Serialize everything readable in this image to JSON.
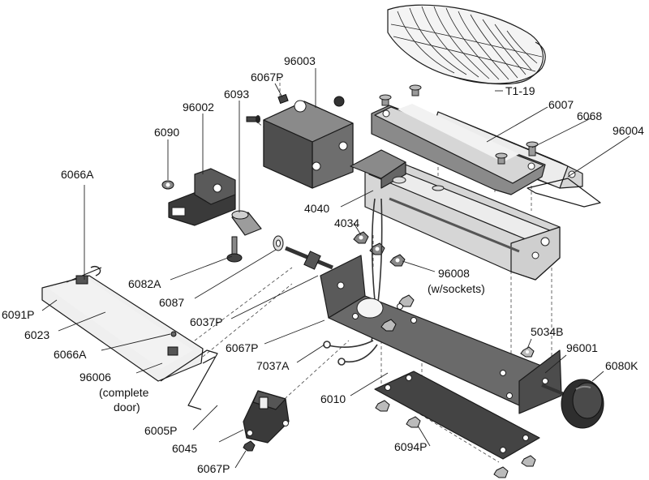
{
  "labels": {
    "p96003": "96003",
    "p6067P_top": "6067P",
    "p6093": "6093",
    "p96002": "96002",
    "p6090": "6090",
    "p6066A_top": "6066A",
    "pT1_19": "T1-19",
    "p6007": "6007",
    "p6068": "6068",
    "p96004": "96004",
    "p4040": "4040",
    "p4034": "4034",
    "p96008": "96008",
    "p96008_sub": "(w/sockets)",
    "p6082A": "6082A",
    "p6087": "6087",
    "p6037P": "6037P",
    "p6091P": "6091P",
    "p6023": "6023",
    "p6066A_low": "6066A",
    "p96006": "96006",
    "p96006_sub1": "(complete",
    "p96006_sub2": "door)",
    "p6067P_mid": "6067P",
    "p7037A": "7037A",
    "p5034B": "5034B",
    "p96001": "96001",
    "p6080K": "6080K",
    "p6010": "6010",
    "p6005P": "6005P",
    "p6045": "6045",
    "p6094P": "6094P",
    "p6067P_bot": "6067P"
  }
}
